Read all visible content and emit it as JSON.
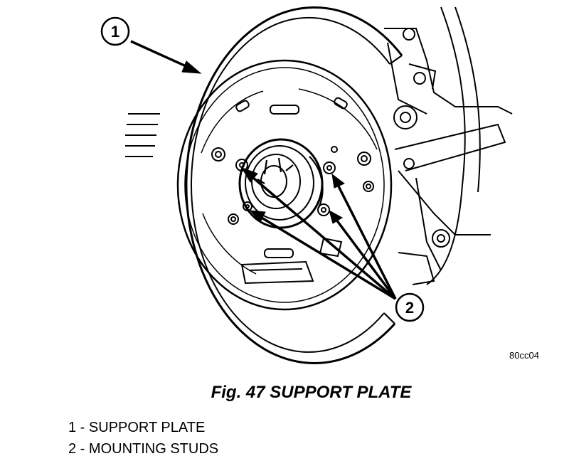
{
  "figure": {
    "id_code": "80cc04",
    "caption": "Fig. 47 SUPPORT PLATE",
    "callouts": [
      {
        "number": "1"
      },
      {
        "number": "2"
      }
    ]
  },
  "legend": [
    {
      "number": "1",
      "separator": " - ",
      "text": "SUPPORT PLATE"
    },
    {
      "number": "2",
      "separator": " - ",
      "text": "MOUNTING STUDS"
    }
  ]
}
